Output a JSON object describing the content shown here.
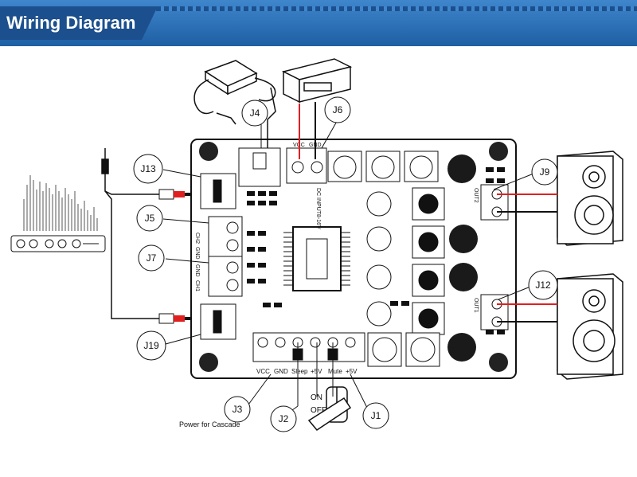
{
  "header": {
    "title": "Wiring Diagram"
  },
  "callouts": {
    "J4": "J4",
    "J6": "J6",
    "J13": "J13",
    "J5": "J5",
    "J7": "J7",
    "J19": "J19",
    "J9": "J9",
    "J12": "J12",
    "J3": "J3",
    "J2": "J2",
    "J1": "J1"
  },
  "board_labels": {
    "vcc": "VCC",
    "gnd": "GND",
    "sleep": "Sleep",
    "plus5v": "+5V",
    "mute": "Mute",
    "ch1": "CH1",
    "ch2": "CH2",
    "gnd_a": "GND",
    "gnd_b": "GND",
    "out1": "OUT1",
    "out2": "OUT2",
    "dc_input": "DC INPUT8-16V",
    "vcc_top": "VCC",
    "gnd_top": "GND"
  },
  "switch": {
    "on": "ON",
    "off": "OFF"
  },
  "power_cascade": "Power for Cascade",
  "colors": {
    "header": "#2a6fb3",
    "red_wire": "#e02020",
    "board_line": "#111111"
  }
}
